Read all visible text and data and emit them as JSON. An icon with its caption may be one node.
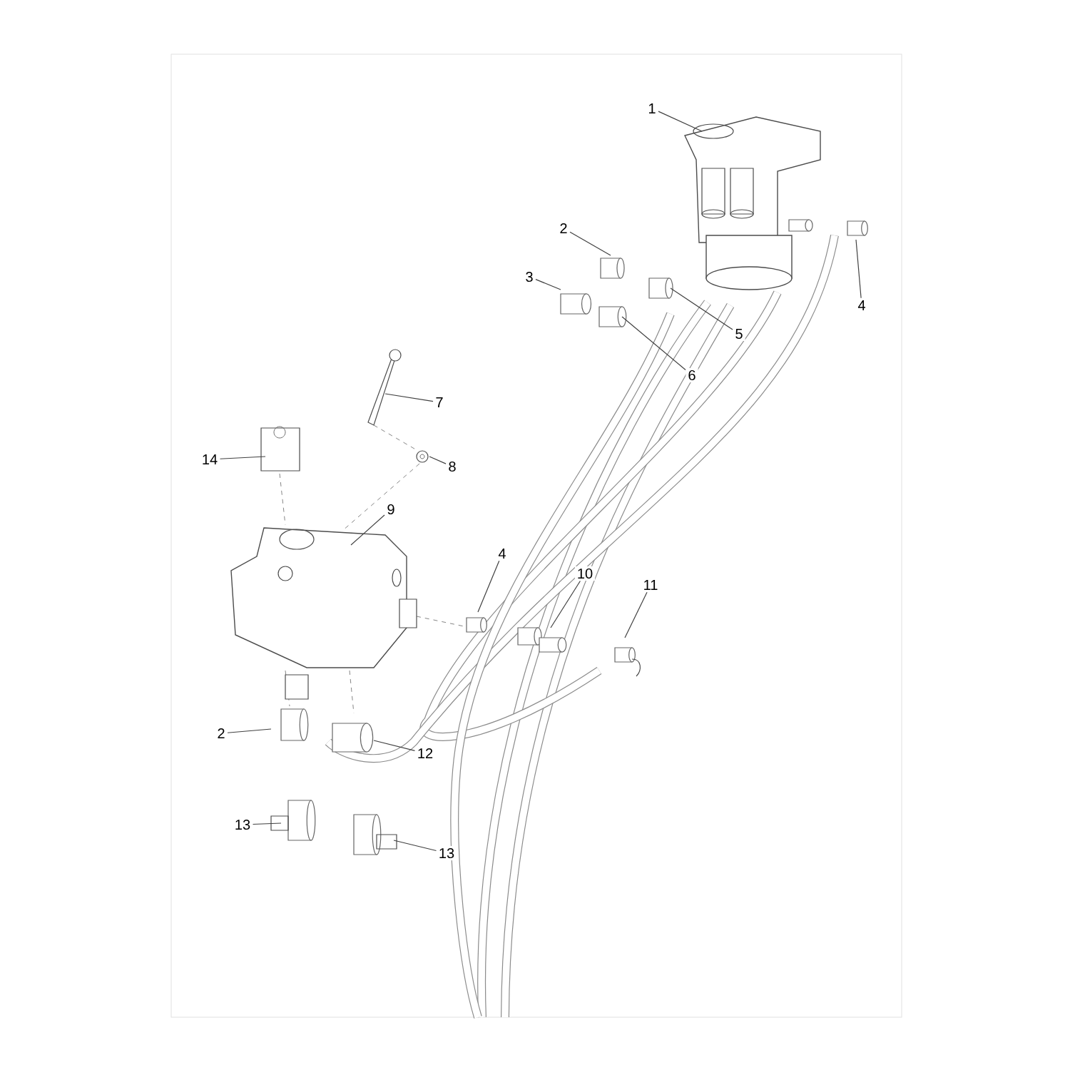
{
  "diagram": {
    "nodes": [
      {
        "text": [
          "1"
        ]
      },
      {
        "text": [
          "2"
        ]
      },
      {
        "text": [
          "3"
        ]
      },
      {
        "text": [
          "4"
        ]
      },
      {
        "text": [
          "5"
        ]
      },
      {
        "text": [
          "6"
        ]
      },
      {
        "text": [
          "7"
        ]
      },
      {
        "text": [
          "14"
        ]
      },
      {
        "text": [
          "8"
        ]
      },
      {
        "text": [
          "9"
        ]
      },
      {
        "text": [
          "4"
        ]
      },
      {
        "text": [
          "10"
        ]
      },
      {
        "text": [
          "11"
        ]
      },
      {
        "text": [
          "2"
        ]
      },
      {
        "text": [
          "12"
        ]
      },
      {
        "text": [
          "13"
        ]
      },
      {
        "text": [
          "13"
        ]
      }
    ],
    "edges": [
      {
        "from": 0,
        "to": null,
        "arrow": "none"
      },
      {
        "from": 1,
        "to": null,
        "arrow": "none"
      },
      {
        "from": 2,
        "to": null,
        "arrow": "none"
      },
      {
        "from": 3,
        "to": null,
        "arrow": "none"
      },
      {
        "from": 4,
        "to": null,
        "arrow": "none"
      },
      {
        "from": 5,
        "to": null,
        "arrow": "none"
      },
      {
        "from": 6,
        "to": null,
        "arrow": "none"
      },
      {
        "from": 7,
        "to": null,
        "arrow": "none"
      },
      {
        "from": 8,
        "to": null,
        "arrow": "none"
      },
      {
        "from": 9,
        "to": null,
        "arrow": "none"
      },
      {
        "from": 10,
        "to": null,
        "arrow": "none"
      },
      {
        "from": 11,
        "to": null,
        "arrow": "none"
      },
      {
        "from": 12,
        "to": null,
        "arrow": "none"
      },
      {
        "from": 13,
        "to": null,
        "arrow": "none"
      },
      {
        "from": 14,
        "to": null,
        "arrow": "none"
      },
      {
        "from": 15,
        "to": null,
        "arrow": "none"
      },
      {
        "from": 16,
        "to": null,
        "arrow": "none"
      }
    ]
  }
}
